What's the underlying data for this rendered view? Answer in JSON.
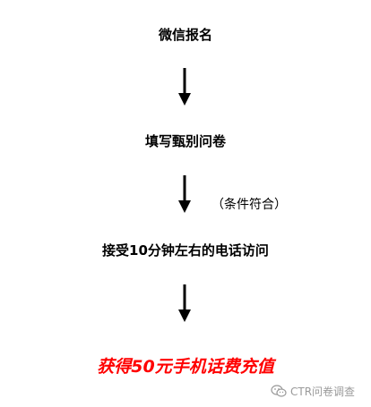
{
  "steps": [
    {
      "label": "微信报名"
    },
    {
      "label": "填写甄别问卷"
    },
    {
      "label": "接受10分钟左右的电话访问"
    }
  ],
  "condition_note": "（条件符合）",
  "result": {
    "label": "获得50元手机话费充值",
    "color": "#ff0000"
  },
  "watermark": {
    "text": "CTR问卷调查",
    "icon": "wechat-icon"
  },
  "colors": {
    "text": "#000000",
    "arrow": "#000000",
    "watermark": "#9a9a9a"
  }
}
